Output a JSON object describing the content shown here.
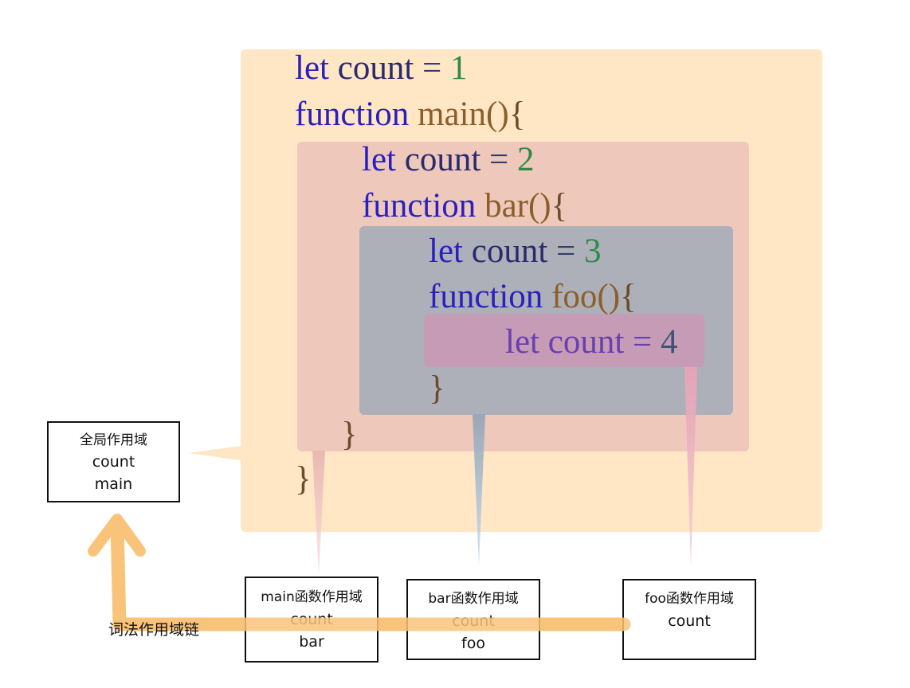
{
  "code": {
    "line1": {
      "kw": "let",
      "id": "count",
      "op": "=",
      "num": "1"
    },
    "line2": {
      "kw": "function",
      "fn": "main()",
      "brace": "{"
    },
    "line3": {
      "kw": "let",
      "id": "count",
      "op": "=",
      "num": "2"
    },
    "line4": {
      "kw": "function",
      "fn": "bar()",
      "brace": "{"
    },
    "line5": {
      "kw": "let",
      "id": "count",
      "op": "=",
      "num": "3"
    },
    "line6": {
      "kw": "function",
      "fn": "foo()",
      "brace": "{"
    },
    "line7": {
      "kw": "let",
      "id": "count",
      "op": "=",
      "num": "4"
    },
    "close_foo": "}",
    "close_bar": "}",
    "close_main": "}"
  },
  "scopes": {
    "global": {
      "title": "全局作用域",
      "vars": [
        "count",
        "main"
      ]
    },
    "main": {
      "title": "main函数作用域",
      "vars": [
        "count",
        "bar"
      ]
    },
    "bar": {
      "title": "bar函数作用域",
      "vars": [
        "count",
        "foo"
      ]
    },
    "foo": {
      "title": "foo函数作用域",
      "vars": [
        "count"
      ]
    }
  },
  "chain_label": "词法作用域链",
  "colors": {
    "global_region": "#ffe7c6",
    "main_region": "#eec8ba",
    "bar_region": "#adb0b8",
    "foo_region": "#c69bb6",
    "chain": "#f9c47a"
  }
}
